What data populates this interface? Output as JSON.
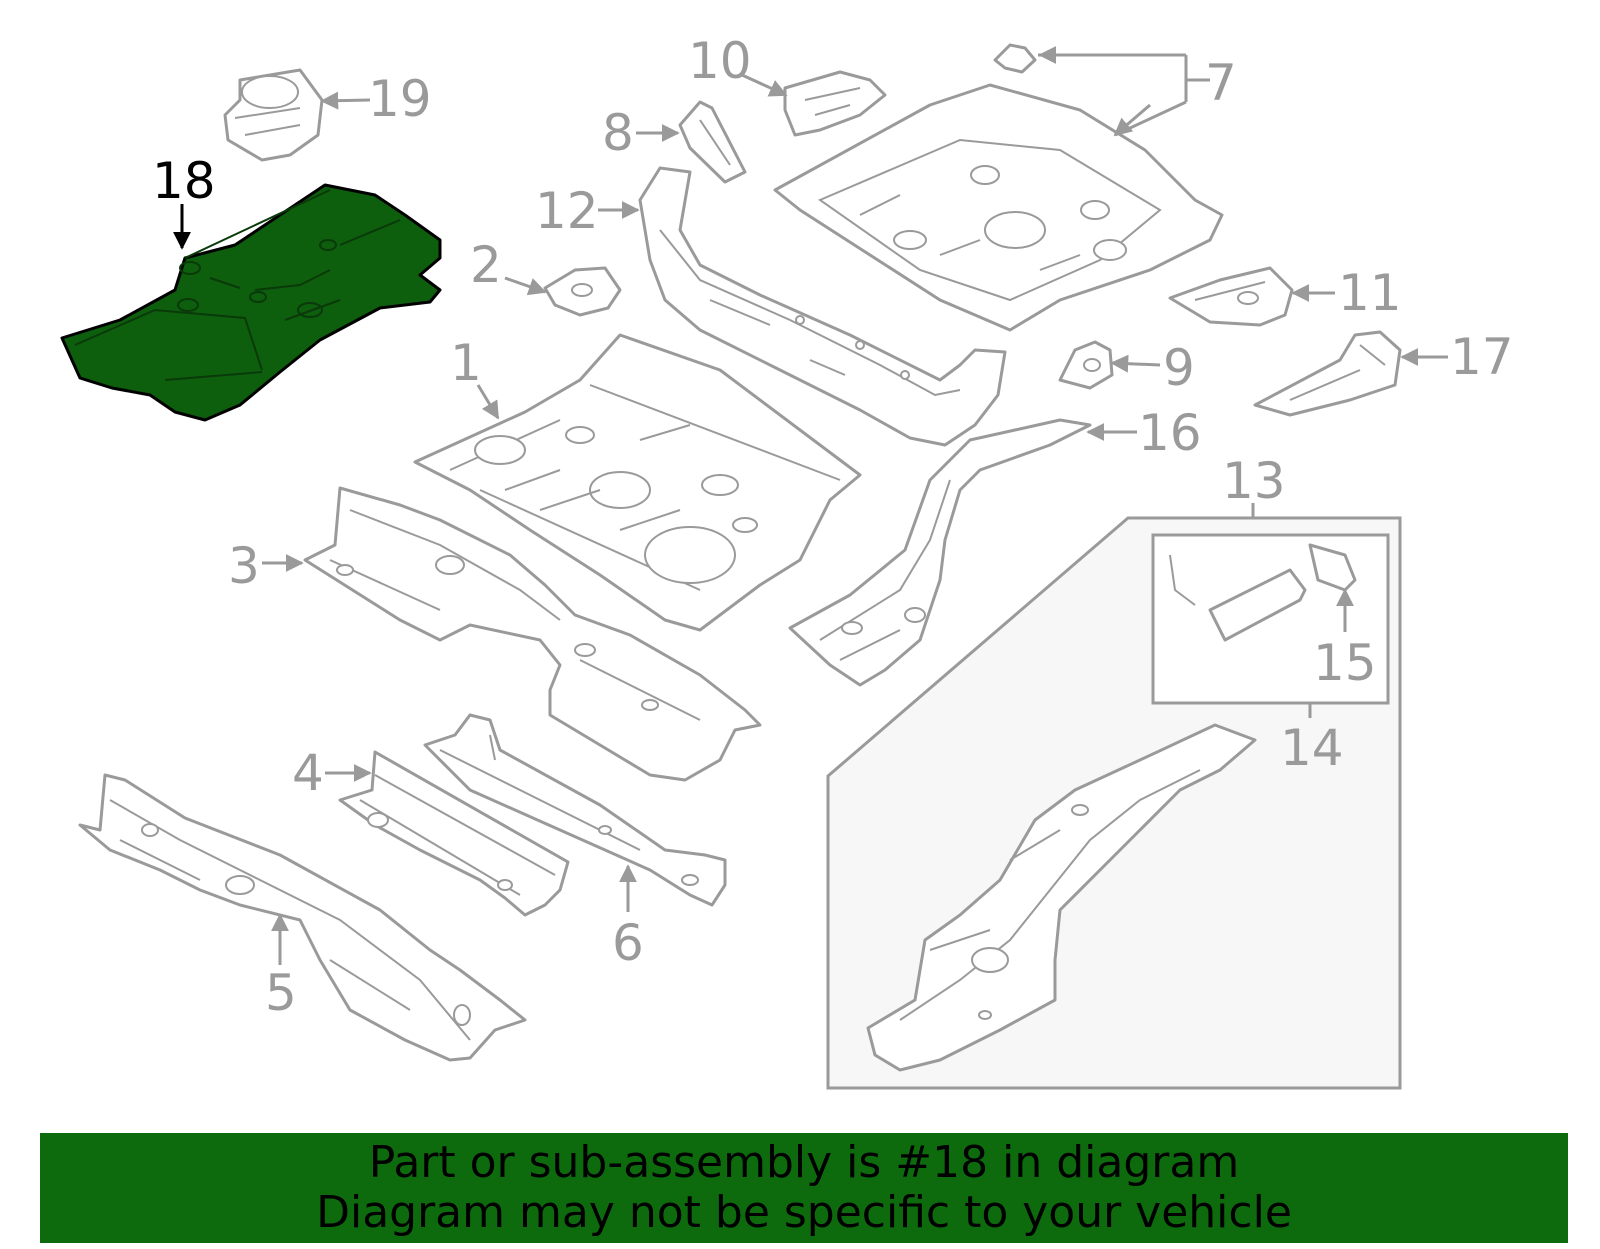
{
  "diagram": {
    "highlight_color": "#0d6b0d",
    "selected_part": "18",
    "callouts": {
      "p1": "1",
      "p2": "2",
      "p3": "3",
      "p4": "4",
      "p5": "5",
      "p6": "6",
      "p7": "7",
      "p8": "8",
      "p9": "9",
      "p10": "10",
      "p11": "11",
      "p12": "12",
      "p13": "13",
      "p14": "14",
      "p15": "15",
      "p16": "16",
      "p17": "17",
      "p18": "18",
      "p19": "19"
    }
  },
  "banner": {
    "line1": "Part or sub-assembly is #18 in diagram",
    "line2": "Diagram may not be specific to your vehicle"
  }
}
